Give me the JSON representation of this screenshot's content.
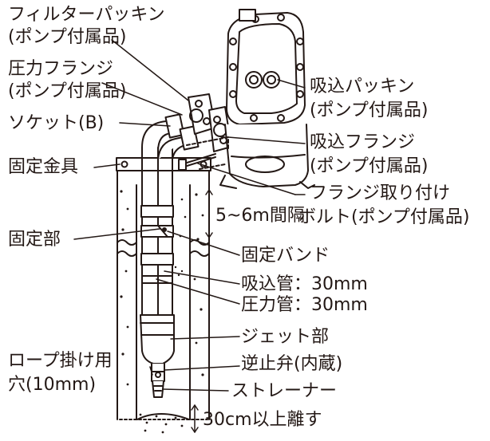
{
  "diagram": {
    "labels": {
      "filter_packing": "フィルターパッキン",
      "filter_packing_note": "(ポンプ付属品)",
      "pressure_flange": "圧力フランジ",
      "pressure_flange_note": "(ポンプ付属品)",
      "socket": "ソケット(B)",
      "fixing_bracket": "固定金具",
      "fixing_part": "固定部",
      "suction_packing": "吸込パッキン",
      "suction_packing_note": "(ポンプ付属品)",
      "suction_flange": "吸込フランジ",
      "suction_flange_note": "(ポンプ付属品)",
      "flange_bolt": "フランジ取り付け",
      "flange_bolt_note": "ボルト(ポンプ付属品)",
      "interval": "5~6m間隔",
      "fixing_band": "固定バンド",
      "suction_pipe": "吸込管：30mm",
      "pressure_pipe": "圧力管：30mm",
      "jet_part": "ジェット部",
      "check_valve": "逆止弁(内蔵)",
      "rope_hole": "ロープ掛け用",
      "rope_hole_size": "穴(10mm)",
      "strainer": "ストレーナー",
      "bottom_clearance": "30cm以上離す"
    },
    "colors": {
      "line": "#231815",
      "pipe_fill": "#ffffff",
      "gravel": "#231815"
    }
  }
}
